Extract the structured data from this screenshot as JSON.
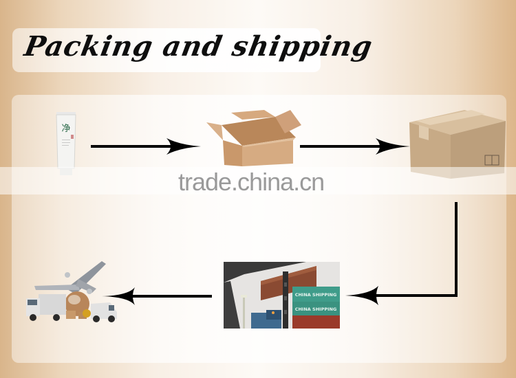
{
  "title": "Packing and shipping",
  "watermark": "trade.china.cn",
  "colors": {
    "background_edge": "#d9b58b",
    "background_center": "#fdfaf6",
    "arrow": "#000000",
    "watermark": "#9a9a9a",
    "container_teal": "#3f9c8a",
    "container_red": "#9a3a2a",
    "cardboard": "#c9a27a"
  },
  "flow": {
    "steps": [
      {
        "id": "product",
        "label": "Product tube",
        "icon": "cosmetic-tube-icon",
        "glyph": "净"
      },
      {
        "id": "open-box",
        "label": "Open carton box",
        "icon": "open-box-icon"
      },
      {
        "id": "sealed-box",
        "label": "Sealed carton box",
        "icon": "sealed-box-icon"
      },
      {
        "id": "port",
        "label": "Container port",
        "icon": "container-ship-icon",
        "container_text": [
          "CHINA SHIPPING",
          "CHINA SHIPPING"
        ]
      },
      {
        "id": "delivery",
        "label": "Global delivery (plane, truck, van)",
        "icon": "logistics-icon"
      }
    ],
    "arrows": [
      {
        "from": "product",
        "to": "open-box",
        "direction": "right"
      },
      {
        "from": "open-box",
        "to": "sealed-box",
        "direction": "right"
      },
      {
        "from": "sealed-box",
        "to": "port",
        "direction": "down-left"
      },
      {
        "from": "port",
        "to": "delivery",
        "direction": "left"
      }
    ]
  }
}
